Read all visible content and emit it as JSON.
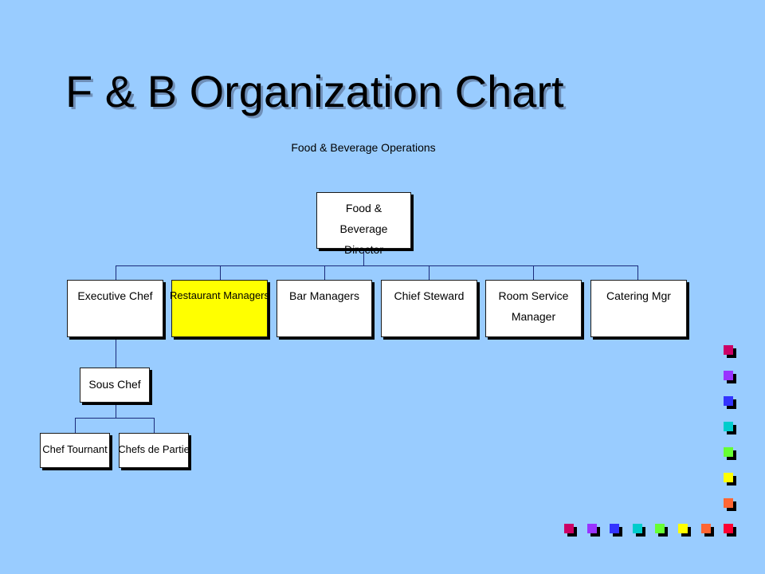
{
  "slide": {
    "title": "F & B Organization Chart",
    "chart_heading": "Food & Beverage Operations"
  },
  "org": {
    "director": "Food & Beverage Director",
    "executive_chef": "Executive Chef",
    "restaurant_managers": "Restaurant Managers",
    "bar_managers": "Bar Managers",
    "chief_steward": "Chief Steward",
    "room_service_manager": "Room Service Manager",
    "catering_mgr": "Catering Mgr",
    "sous_chef": "Sous Chef",
    "chef_tournant": "Chef Tournant",
    "chefs_de_partie": "Chefs de Partie",
    "highlight_color": "#ffff00"
  },
  "decoration": {
    "square_colors_vertical": [
      "#cc0066",
      "#9933ff",
      "#3333ff",
      "#00cccc",
      "#66ff33",
      "#ffff00",
      "#ff6633"
    ],
    "square_colors_horizontal": [
      "#cc0066",
      "#9933ff",
      "#3333ff",
      "#00cccc",
      "#66ff33",
      "#ffff00",
      "#ff6633",
      "#ff0033"
    ]
  }
}
